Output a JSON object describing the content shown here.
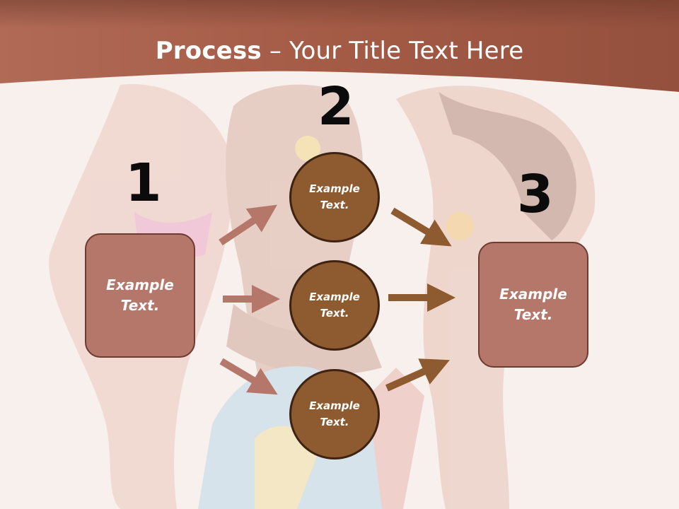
{
  "slide": {
    "title_bold": "Process",
    "title_rest": " – Your Title Text Here"
  },
  "steps": {
    "n1": "1",
    "n2": "2",
    "n3": "3"
  },
  "boxes": {
    "left": "Example\nText.",
    "right": "Example\nText."
  },
  "circles": {
    "top": "Example\nText.",
    "middle": "Example\nText.",
    "bottom": "Example\nText."
  },
  "colors": {
    "header": "#a8604c",
    "box_fill": "#b5776a",
    "circle_fill": "#8e5a2f",
    "arrow_left": "#b5776a",
    "arrow_right": "#8e5a2f"
  }
}
